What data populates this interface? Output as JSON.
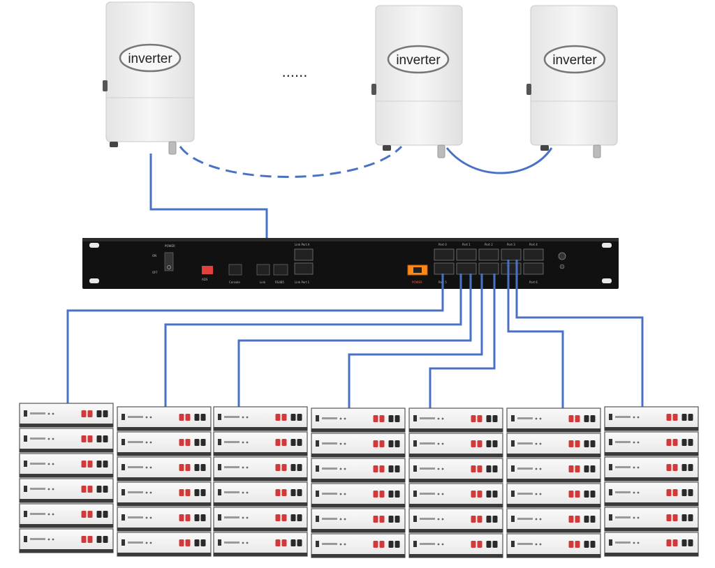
{
  "diagram": {
    "inverters": [
      {
        "label": "inverter"
      },
      {
        "label": "inverter"
      },
      {
        "label": "inverter"
      }
    ],
    "ellipsis": "......",
    "hub": {
      "power_label": "POWER",
      "on_label": "ON",
      "off_label": "OFF",
      "adds_label": "ADS",
      "console_label": "Console",
      "link_label": "Link",
      "rs485_label": "RS485",
      "link_port_a_label": "Link Port A",
      "link_port_b_label": "Link Port 1",
      "power_input_label": "POWER",
      "ports": [
        "Port 0",
        "Port 1",
        "Port 2",
        "Port 3",
        "Port 4"
      ],
      "port_bottom_labels": [
        "Port 5",
        "Port 6"
      ]
    },
    "battery_stacks": 7,
    "modules_per_stack": 6,
    "colors": {
      "cable": "#4a72c4",
      "inverter_body": "#f2f2f2",
      "hub_body": "#111111",
      "battery_face": "#f4f4f4",
      "terminal_red": "#d23a3a",
      "terminal_black": "#2a2a2a"
    }
  }
}
